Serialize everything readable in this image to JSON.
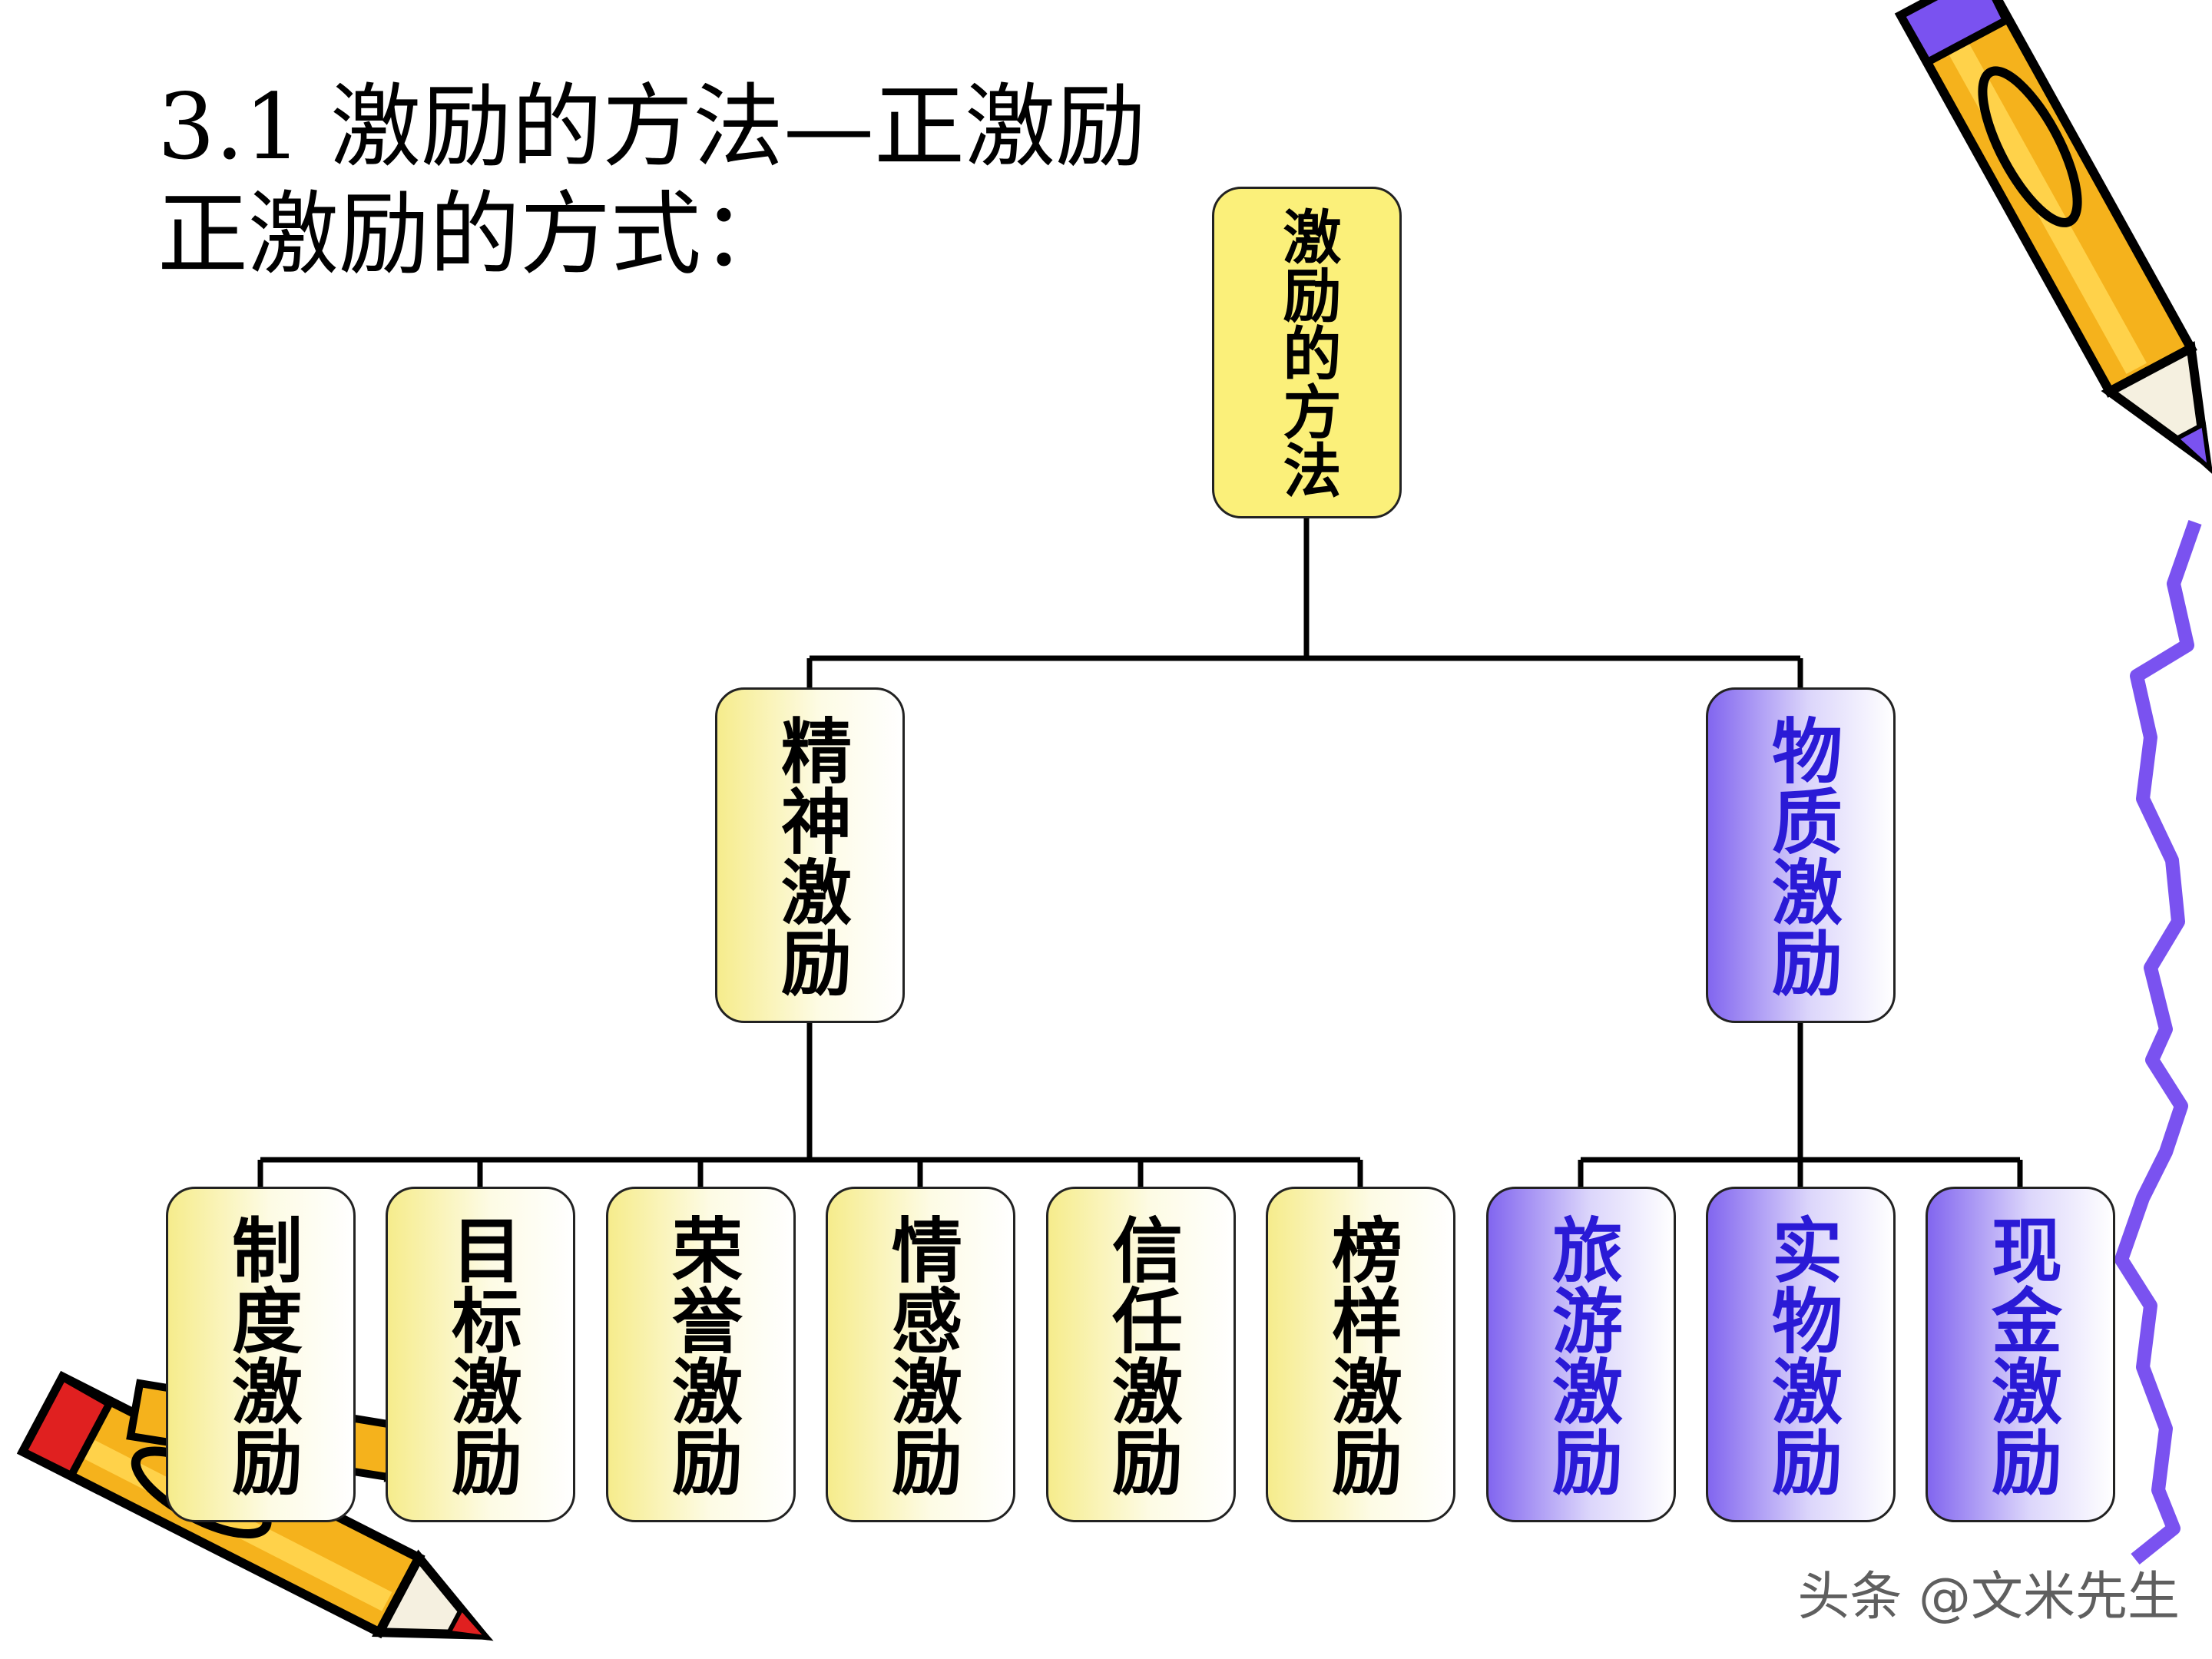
{
  "title": "3.1  激励的方法—正激励",
  "subtitle": "正激励的方式：",
  "diagram": {
    "root": "激励的方法",
    "spiritual": {
      "label": "精神激励",
      "children": [
        "制度激励",
        "目标激励",
        "荣誉激励",
        "情感激励",
        "信任激励",
        "榜样激励"
      ]
    },
    "material": {
      "label": "物质激励",
      "children": [
        "旅游激励",
        "实物激励",
        "现金激励"
      ]
    }
  },
  "watermark": "头条 @文米先生",
  "colors": {
    "yellow_node": "#f6ec8c",
    "root_node": "#fbf07a",
    "purple_node": "#8266ef",
    "purple_text": "#2a1ad6",
    "squiggle": "#7a52f0"
  },
  "decorations": [
    "pencil-icon",
    "pencil-icon"
  ]
}
